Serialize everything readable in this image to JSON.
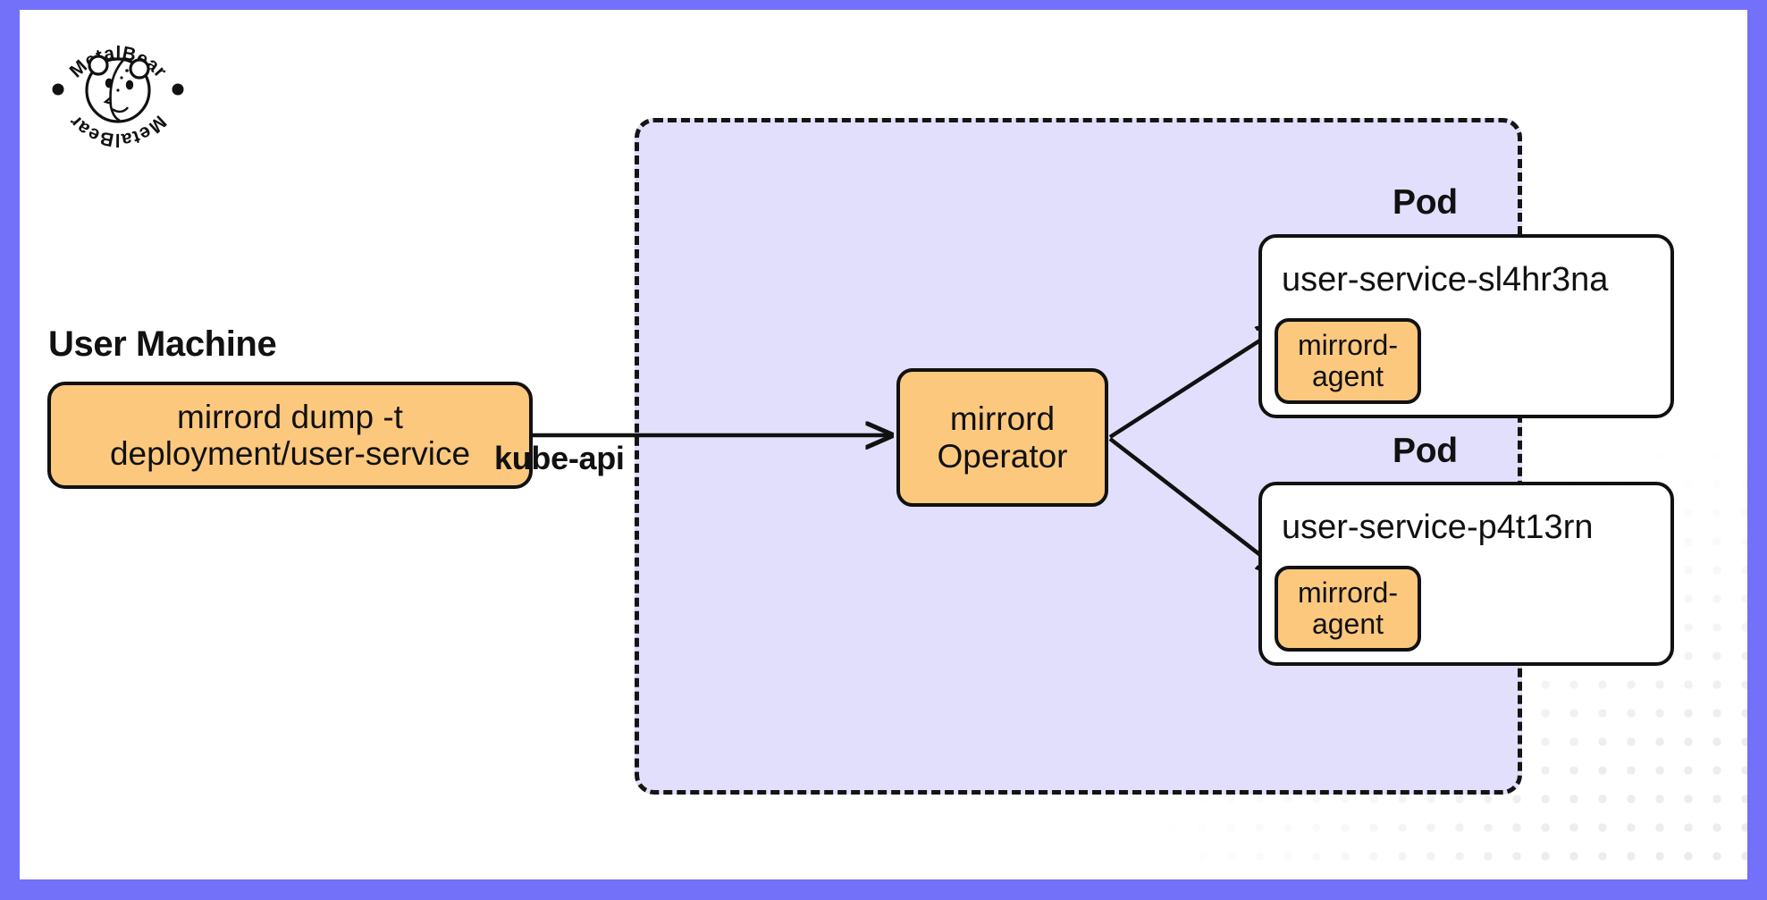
{
  "page": {
    "border_color": "#7370FA",
    "canvas_background": "#ffffff"
  },
  "logo": {
    "name": "metalbear-logo",
    "brand_text_top": "MetalBear",
    "brand_text_bottom": "MetalBear"
  },
  "user_machine": {
    "heading": "User Machine",
    "command_box": {
      "line1": "mirrord dump -t",
      "line2": "deployment/user-service",
      "fill": "#FBC87E"
    }
  },
  "edges": {
    "kube_api_label": "kube-api"
  },
  "cluster": {
    "fill": "#E1DFFB",
    "border_style": "dashed",
    "operator": {
      "line1": "mirrord",
      "line2": "Operator",
      "fill": "#FBC87E"
    },
    "pods": [
      {
        "label": "Pod",
        "title": "user-service-sl4hr3na",
        "agent": {
          "line1": "mirrord-",
          "line2": "agent",
          "fill": "#FBC87E"
        }
      },
      {
        "label": "Pod",
        "title": "user-service-p4t13rn",
        "agent": {
          "line1": "mirrord-",
          "line2": "agent",
          "fill": "#FBC87E"
        }
      }
    ]
  }
}
